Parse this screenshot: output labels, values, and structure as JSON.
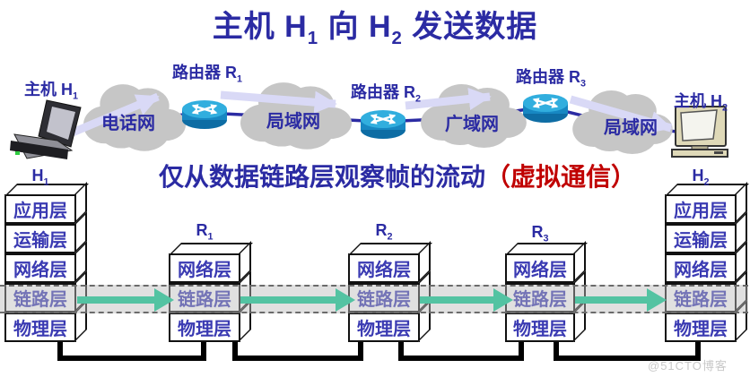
{
  "title": {
    "p1": "主机 H",
    "s1": "1",
    "p2": " 向 H",
    "s2": "2",
    "p3": " 发送数据"
  },
  "subtitle": {
    "main": "仅从数据链路层观察帧的流动",
    "highlight": "（虚拟通信）"
  },
  "topology": {
    "host1": {
      "label": "主机 H",
      "sub": "1"
    },
    "router1": {
      "label": "路由器 R",
      "sub": "1"
    },
    "router2": {
      "label": "路由器 R",
      "sub": "2"
    },
    "router3": {
      "label": "路由器 R",
      "sub": "3"
    },
    "host2": {
      "label": "主机 H",
      "sub": "2"
    },
    "clouds": [
      "电话网",
      "局域网",
      "广域网",
      "局域网"
    ]
  },
  "stacks": {
    "h1": {
      "name": "H",
      "sub": "1",
      "layers": [
        "应用层",
        "运输层",
        "网络层",
        "链路层",
        "物理层"
      ]
    },
    "r1": {
      "name": "R",
      "sub": "1",
      "layers": [
        "网络层",
        "链路层",
        "物理层"
      ]
    },
    "r2": {
      "name": "R",
      "sub": "2",
      "layers": [
        "网络层",
        "链路层",
        "物理层"
      ]
    },
    "r3": {
      "name": "R",
      "sub": "3",
      "layers": [
        "网络层",
        "链路层",
        "物理层"
      ]
    },
    "h2": {
      "name": "H",
      "sub": "2",
      "layers": [
        "应用层",
        "运输层",
        "网络层",
        "链路层",
        "物理层"
      ]
    }
  },
  "watermark": "@51CTO博客",
  "colors": {
    "primary_blue": "#2B2BA3",
    "highlight_red": "#C00000",
    "frame_green": "#53C3A2",
    "arrow_lavender": "#D9D9F6",
    "cloud_gray": "#C6C6C6",
    "layer_text_blue": "#3A3AB2"
  }
}
